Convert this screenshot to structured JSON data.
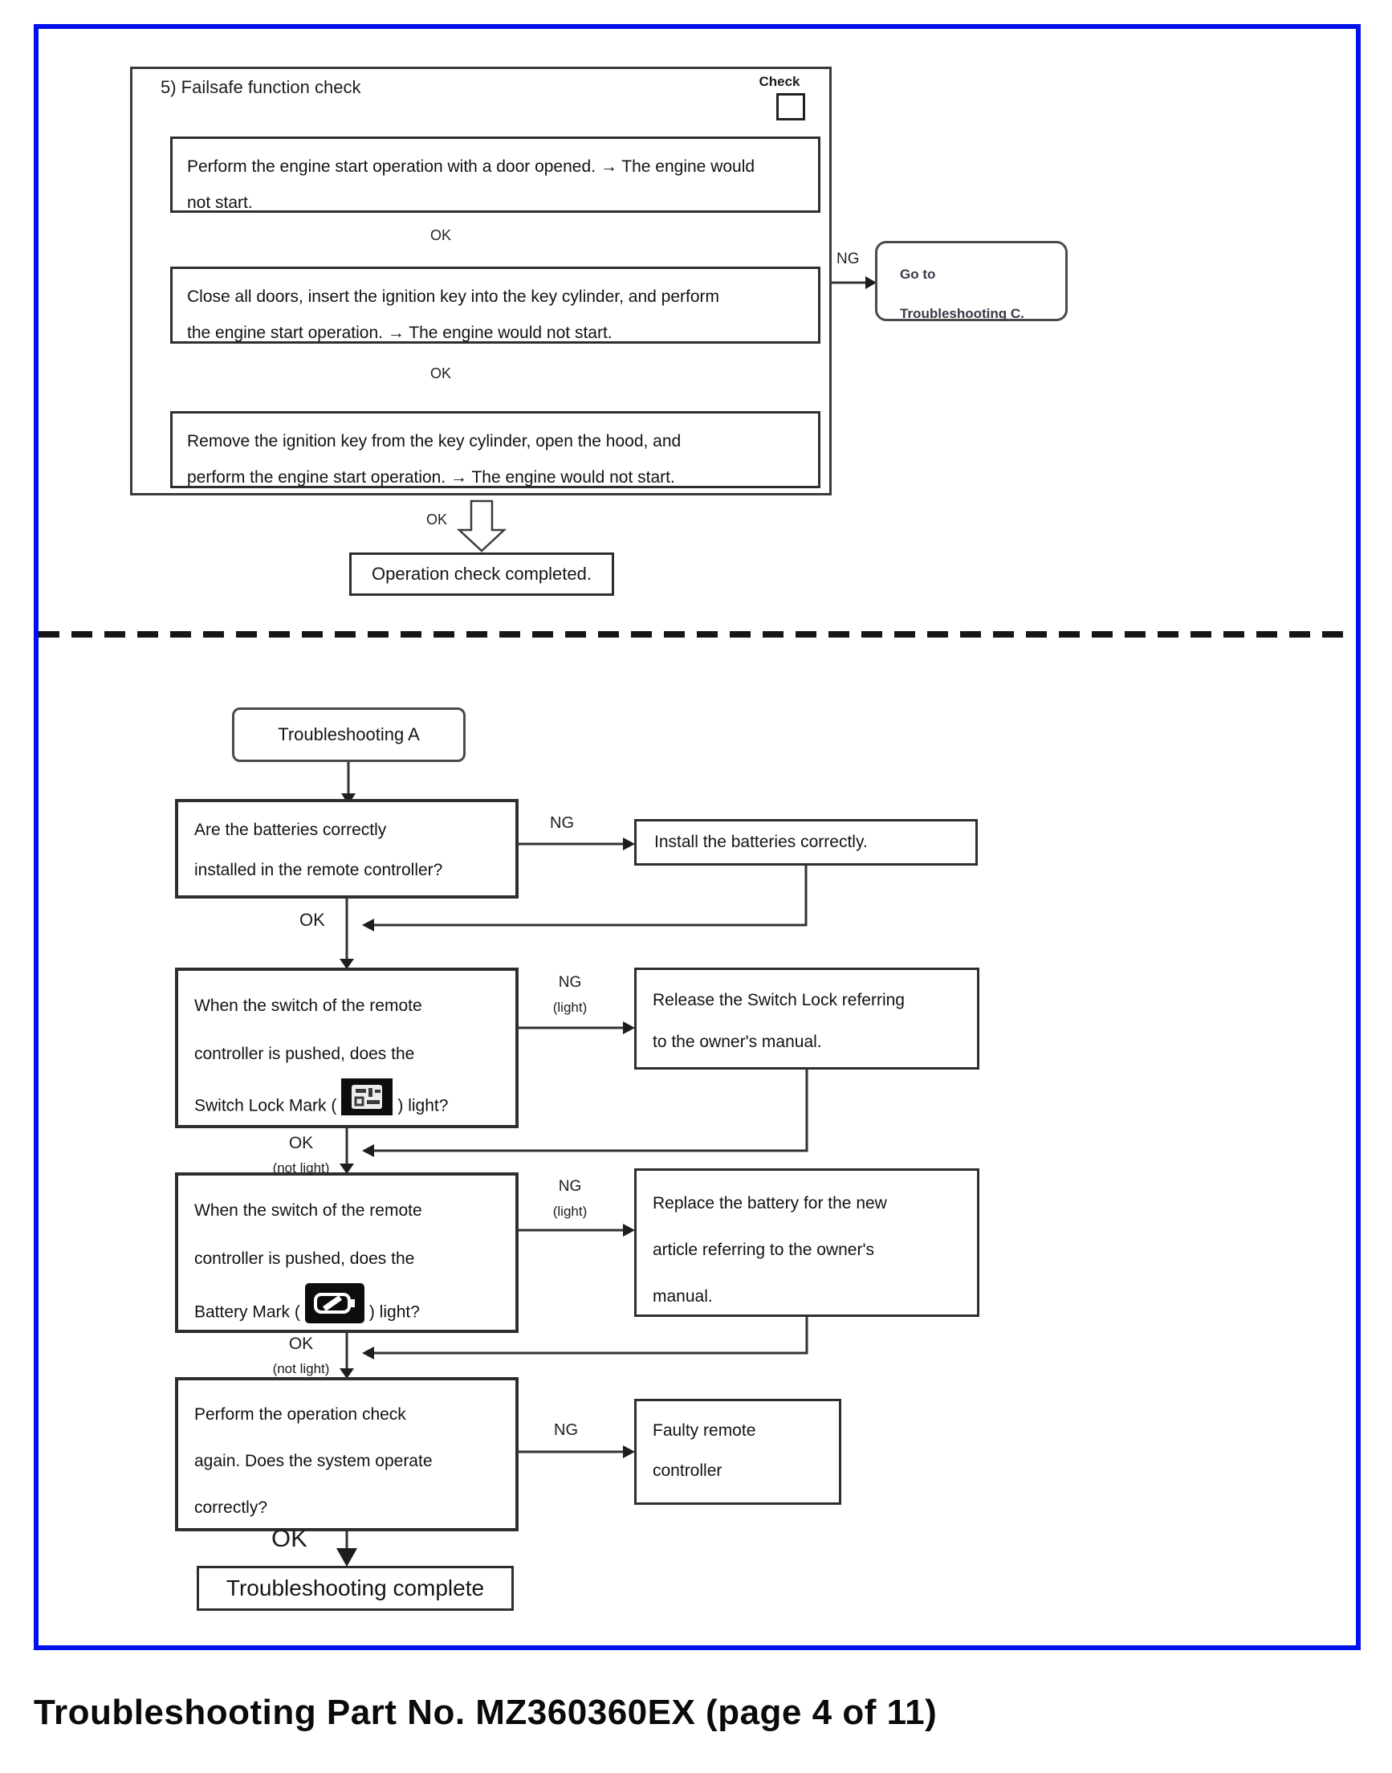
{
  "failsafe": {
    "title": "5) Failsafe function check",
    "check_label": "Check",
    "step1": "Perform the engine start operation with a door opened. → The engine would\nnot start.",
    "step2": "Close all doors, insert the ignition key into the key cylinder, and perform\nthe engine start operation. → The engine would not start.",
    "step3": "Remove the ignition key from the key cylinder, open the hood, and\nperform the engine start operation. → The engine would not start.",
    "ok1": "OK",
    "ok2": "OK",
    "ok3": "OK",
    "ng": "NG",
    "goto": "Go to\nTroubleshooting C.",
    "completed": "Operation check completed."
  },
  "flow_a": {
    "start": "Troubleshooting A",
    "d1": {
      "question": "Are the batteries correctly\ninstalled in the remote controller?",
      "ng": "NG",
      "ok": "OK",
      "action": "Install the batteries correctly."
    },
    "d2": {
      "q_before": "When the switch of the remote\ncontroller is pushed, does the\nSwitch Lock Mark (",
      "q_after": ") light?",
      "ng": "NG",
      "ng_sub": "(light)",
      "ok": "OK",
      "ok_sub": "(not light)",
      "action": "Release the Switch Lock referring\nto the owner's manual."
    },
    "d3": {
      "q_before": "When the switch of the remote\ncontroller is pushed, does the\nBattery Mark (",
      "q_after": ") light?",
      "ng": "NG",
      "ng_sub": "(light)",
      "ok": "OK",
      "ok_sub": "(not light)",
      "action": "Replace the battery for the new\narticle referring to the owner's\nmanual."
    },
    "d4": {
      "question": "Perform the operation check\nagain. Does the system operate\ncorrectly?",
      "ng": "NG",
      "ok": "OK",
      "action": "Faulty remote\ncontroller"
    },
    "complete": "Troubleshooting complete"
  },
  "footer": {
    "title": "Troubleshooting Part No. MZ360360EX (page 4 of 11)"
  }
}
